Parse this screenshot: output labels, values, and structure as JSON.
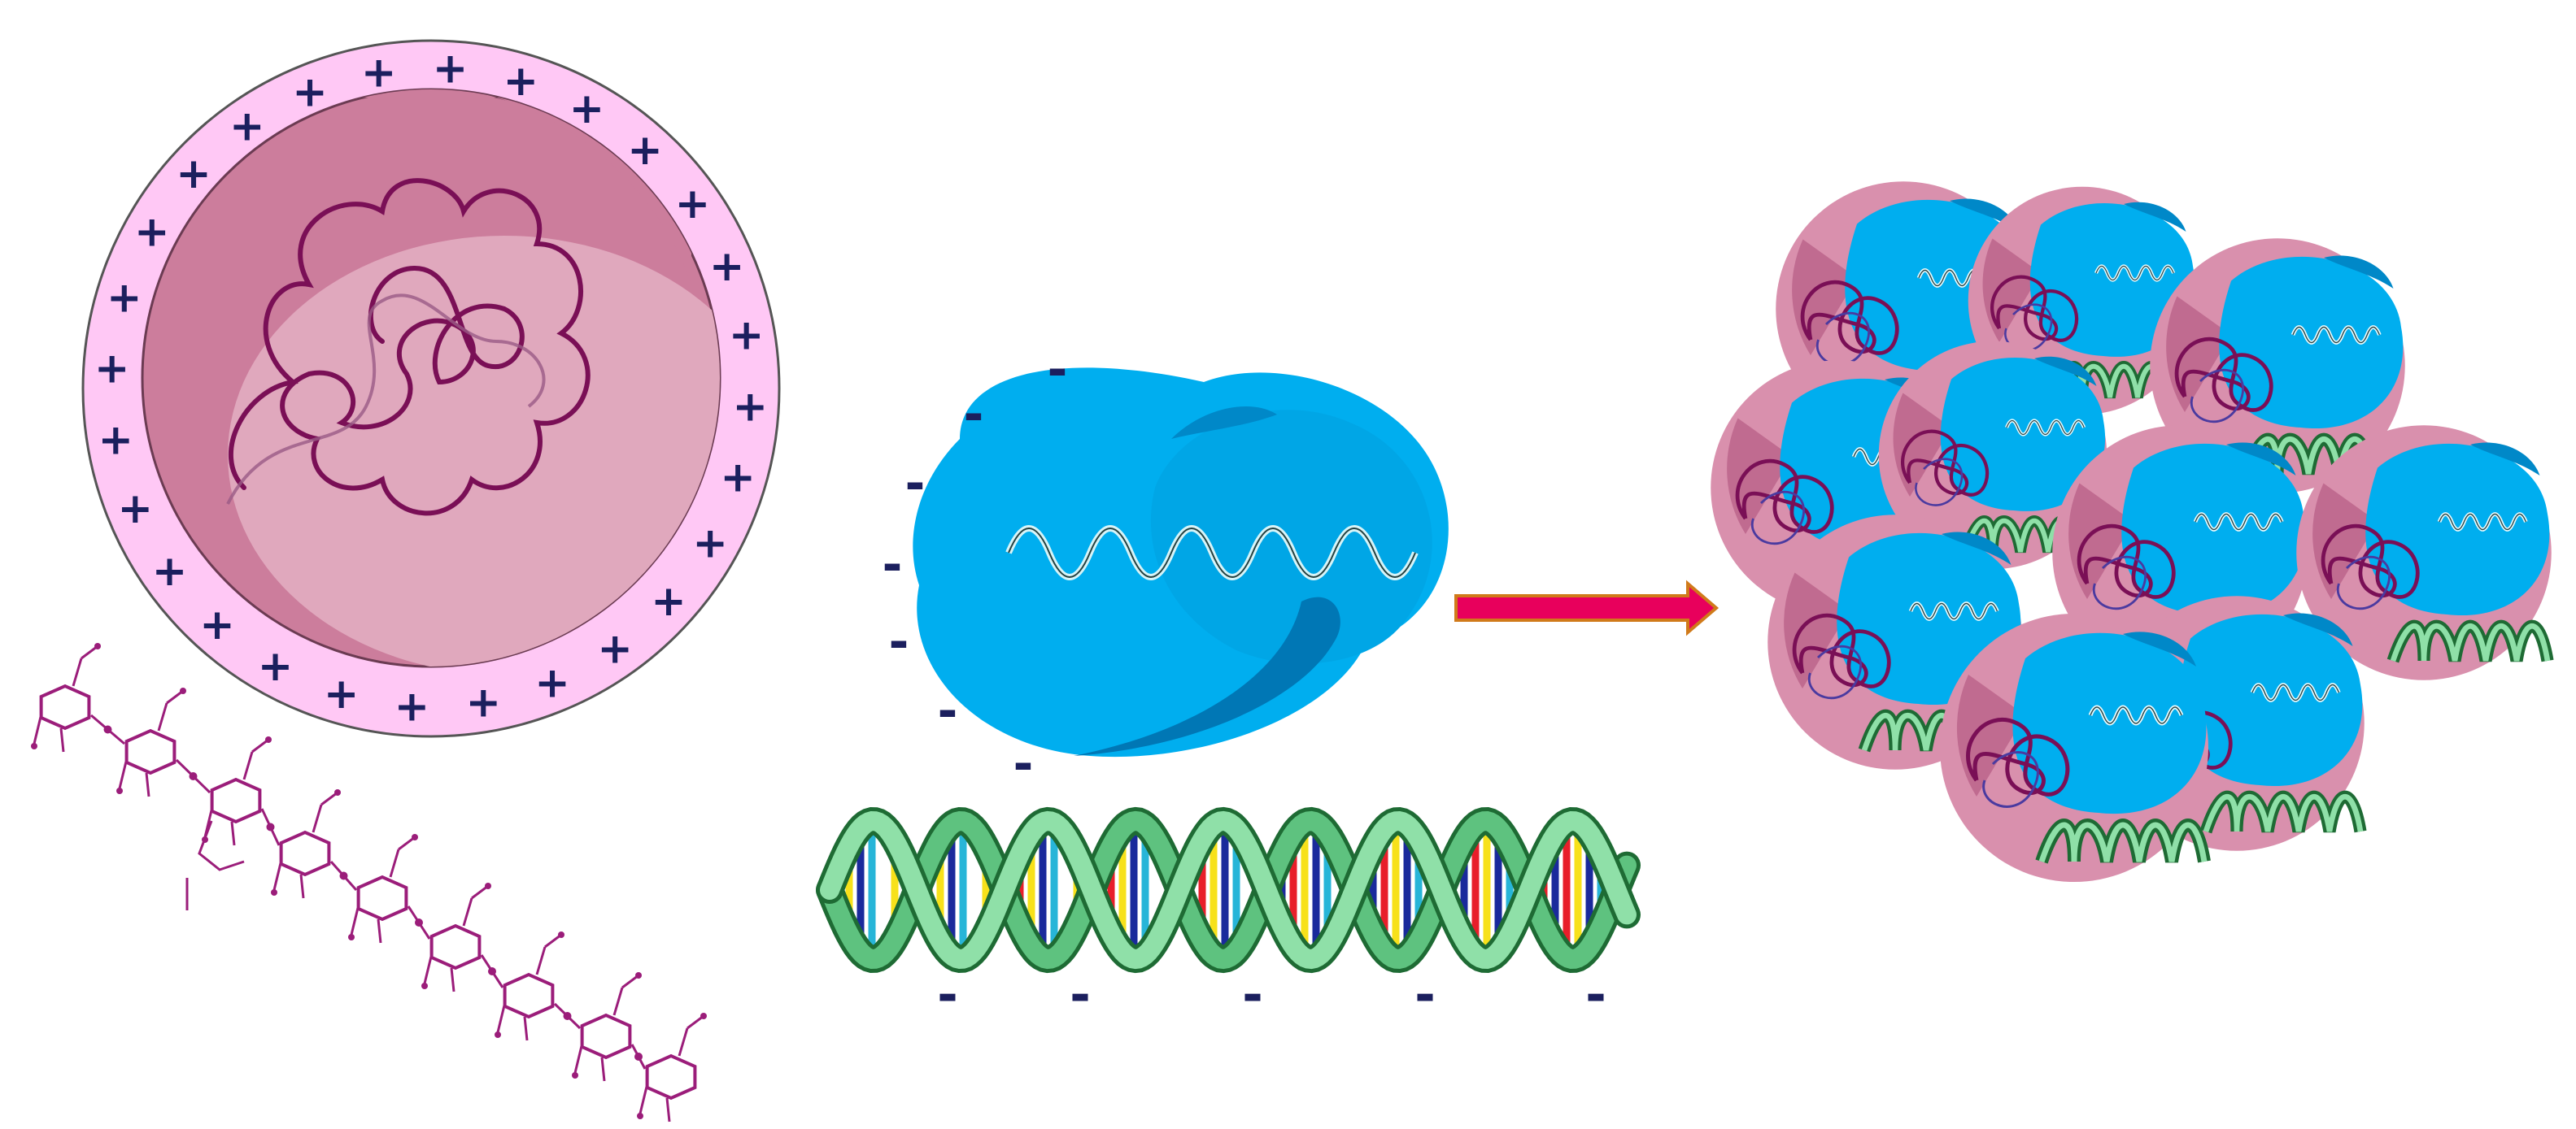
{
  "nanoparticle": {
    "shell_color": "#ffc8f5",
    "core_color": "#cc7d9c",
    "core_light": "#e0a8bd",
    "chain_color": "#7a0f56",
    "surface_charge": "+",
    "surface_charge_count": 28
  },
  "protein": {
    "color": "#00aeef",
    "color_dark": "#0088c8",
    "charge": "-",
    "charge_count": 7
  },
  "dna": {
    "backbone_color": "#5ec27f",
    "backbone_dark": "#1e6b34",
    "charge": "-",
    "charge_count": 5
  },
  "chitosan": {
    "color": "#9b1d7a",
    "ring_count": 9
  },
  "arrow": {
    "fill": "#e8005c",
    "stroke": "#d07a1a",
    "direction": "right"
  },
  "complexes": {
    "count": 10,
    "sphere_color": "#d990ad",
    "protein_color": "#00aeef"
  }
}
